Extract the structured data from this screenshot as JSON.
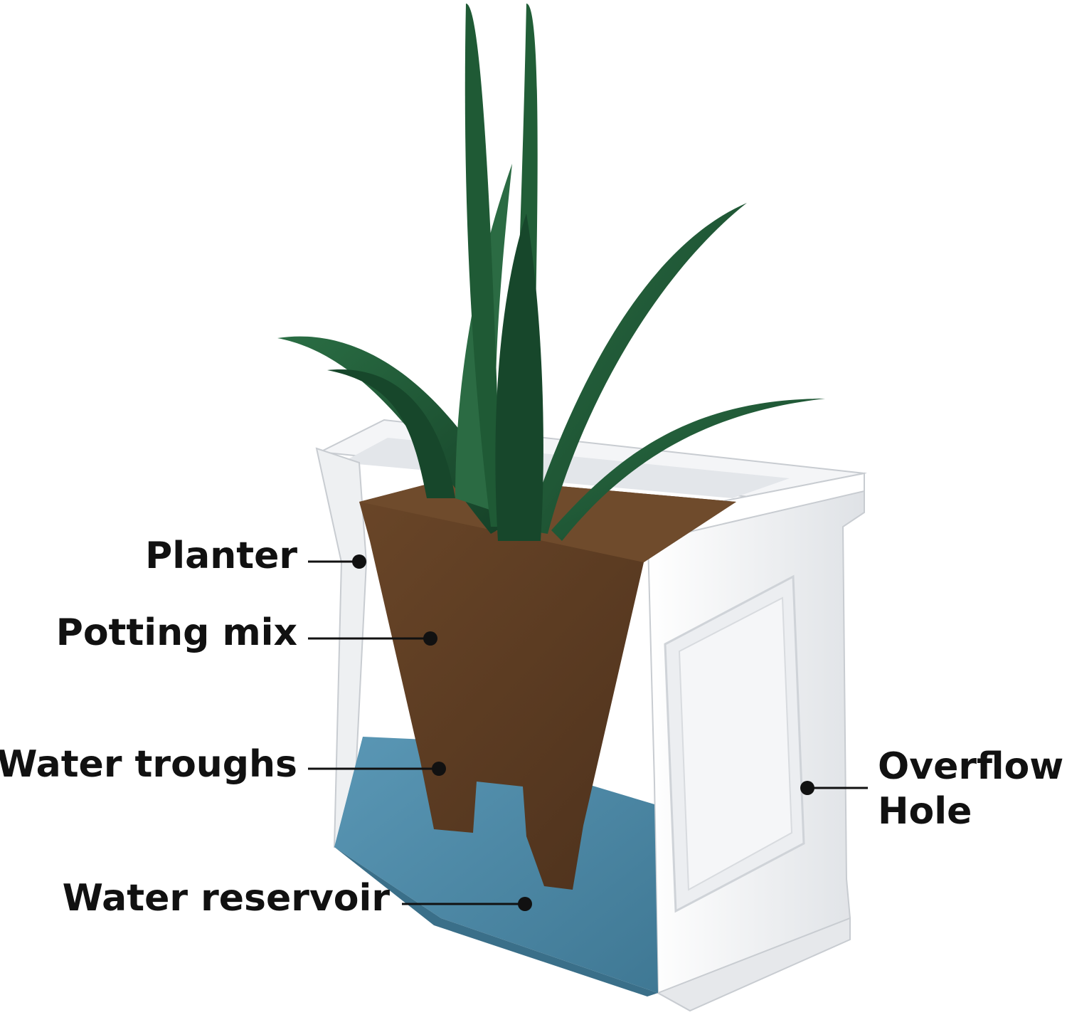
{
  "labels": {
    "planter": "Planter",
    "potting_mix": "Potting mix",
    "water_troughs": "Water troughs",
    "water_reservoir": "Water reservoir",
    "overflow_line1": "Overflow",
    "overflow_line2": "Hole"
  },
  "colors": {
    "leaf": "#1f5a35",
    "leaf_dark": "#163f27",
    "soil": "#5a3a22",
    "water": "#4f8aa8",
    "planter": "#f2f3f5",
    "text": "#111111"
  }
}
